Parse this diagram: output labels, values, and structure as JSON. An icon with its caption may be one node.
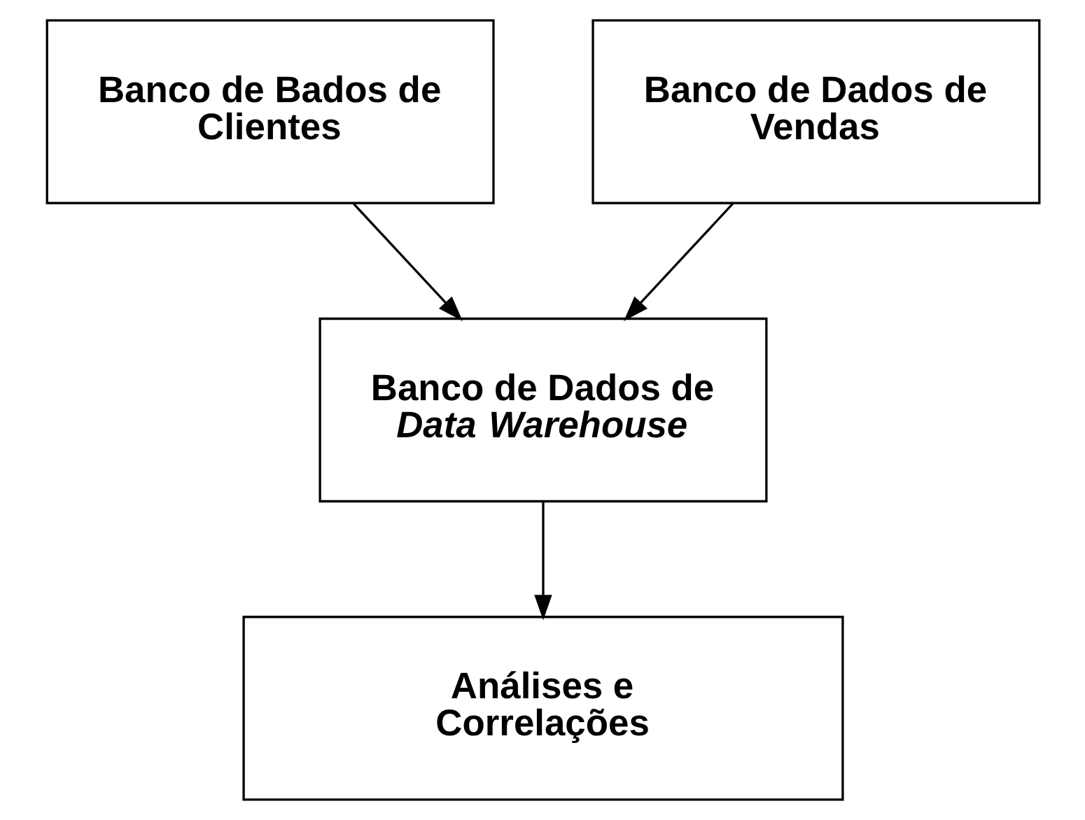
{
  "diagram": {
    "nodes": [
      {
        "text": [
          "Banco de Bados de Clientes"
        ]
      },
      {
        "text": [
          "Banco de Dados de Vendas"
        ]
      },
      {
        "text": [
          "Banco de Dados de *Data Warehouse*"
        ]
      },
      {
        "text": [
          "Análises e Correlações"
        ]
      }
    ],
    "edges": [
      {
        "from": 0,
        "to": 2,
        "arrow": "to"
      },
      {
        "from": 1,
        "to": 2,
        "arrow": "to"
      },
      {
        "from": 2,
        "to": 3,
        "arrow": "to"
      }
    ]
  }
}
